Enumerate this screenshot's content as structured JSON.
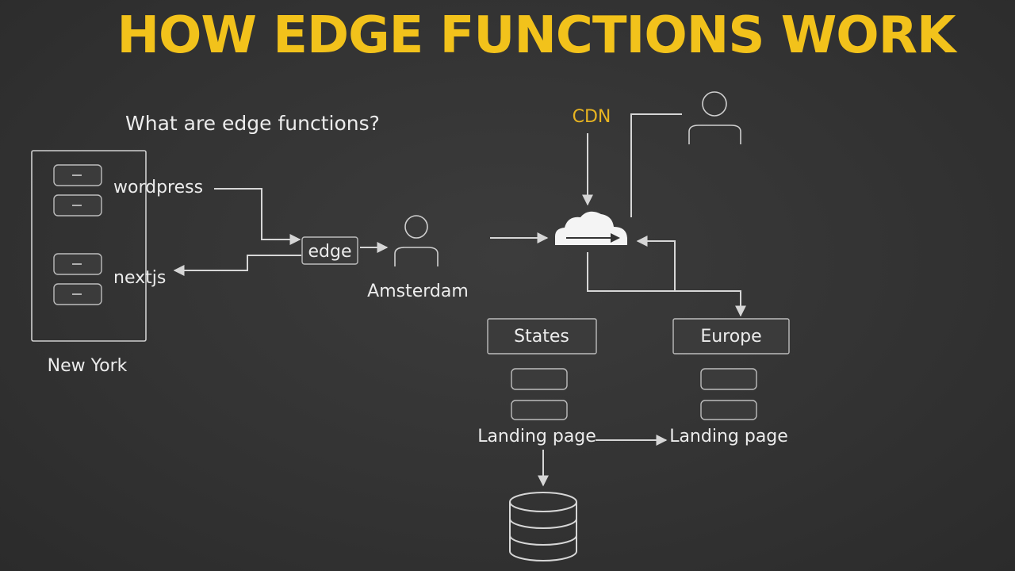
{
  "title": "HOW EDGE FUNCTIONS WORK",
  "subtitle": "What are edge functions?",
  "nodes": {
    "wordpress": "wordpress",
    "nextjs": "nextjs",
    "new_york": "New York",
    "edge": "edge",
    "amsterdam": "Amsterdam",
    "cdn": "CDN",
    "states": "States",
    "europe": "Europe",
    "landing_states": "Landing page",
    "landing_europe": "Landing page"
  },
  "colors": {
    "title": "#f2c21b",
    "cdn_label": "#e8b421",
    "background": "#333333",
    "lines": "#d6d6d6"
  },
  "icons": [
    "server-rack",
    "user-icon",
    "cloud-icon",
    "database-icon"
  ]
}
